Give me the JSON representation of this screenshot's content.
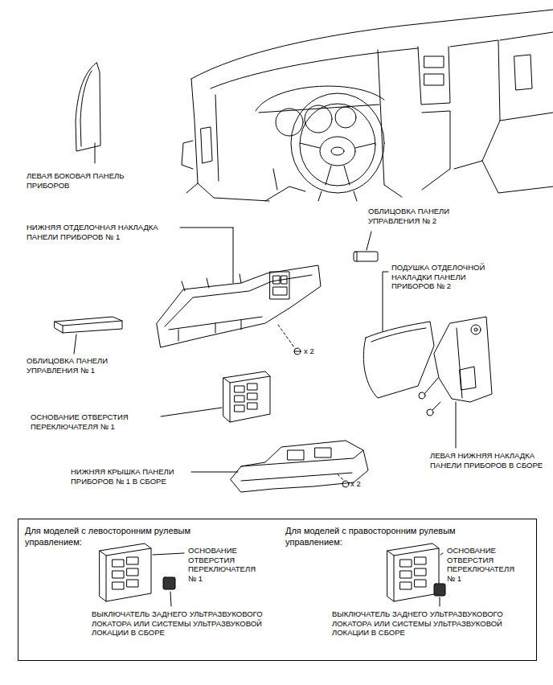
{
  "diagram": {
    "nodes": [
      {
        "text": [
          "Для моделей с левосторонним рулевым управлением:",
          "ОСНОВАНИЕ ОТВЕРСТИЯ ПЕРЕКЛЮЧАТЕЛЯ № 1",
          "ВЫКЛЮЧАТЕЛЬ ЗАДНЕГО УЛЬТРАЗВУКОВОГО ЛОКАТОРА ИЛИ СИСТЕМЫ УЛЬТРАЗВУКОВОЙ ЛОКАЦИИ В СБОРЕ",
          "Для моделей с правосторонним рулевым управлением:",
          "ОСНОВАНИЕ ОТВЕРСТИЯ ПЕРЕКЛЮЧАТЕЛЯ № 1",
          "ВЫКЛЮЧАТЕЛЬ ЗАДНЕГО УЛЬТРАЗВУКОВОГО ЛОКАТОРА ИЛИ СИСТЕМЫ УЛЬТРАЗВУКОВОЙ ЛОКАЦИИ В СБОРЕ"
        ]
      }
    ],
    "labels": [
      "ЛЕВАЯ БОКОВАЯ ПАНЕЛЬ ПРИБОРОВ",
      "НИЖНЯЯ ОТДЕЛОЧНАЯ НАКЛАДКА ПАНЕЛИ ПРИБОРОВ № 1",
      "ОБЛИЦОВКА ПАНЕЛИ УПРАВЛЕНИЯ № 2",
      "ПОДУШКА ОТДЕЛОЧНОЙ НАКЛАДКИ ПАНЕЛИ ПРИБОРОВ № 2",
      "x 2",
      "ОБЛИЦОВКА ПАНЕЛИ УПРАВЛЕНИЯ № 1",
      "ОСНОВАНИЕ ОТВЕРСТИЯ ПЕРЕКЛЮЧАТЕЛЯ № 1",
      "ЛЕВАЯ НИЖНЯЯ НАКЛАДКА ПАНЕЛИ ПРИБОРОВ В СБОРЕ",
      "НИЖНЯЯ КРЫШКА ПАНЕЛИ ПРИБОРОВ № 1 В СБОРЕ",
      "x 2"
    ]
  }
}
